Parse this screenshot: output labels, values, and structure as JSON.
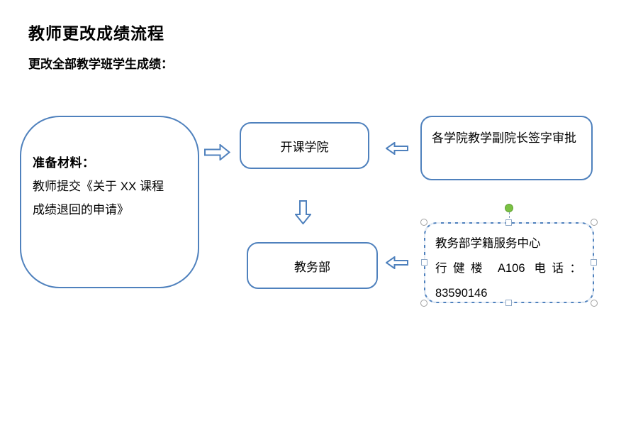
{
  "colors": {
    "accent": "#4f81bd",
    "rotation_handle": "#7ac143",
    "background": "#ffffff",
    "text": "#000000"
  },
  "header": {
    "title": "教师更改成绩流程",
    "subtitle": "更改全部教学班学生成绩："
  },
  "flow": {
    "materials": {
      "heading": "准备材料：",
      "lines": [
        "教师提交《关于 XX 课程",
        "成绩退回的申请》"
      ]
    },
    "course_college": {
      "label": "开课学院"
    },
    "vice_dean": {
      "label": "各学院教学副院长签字审批"
    },
    "academic_affairs": {
      "label": "教务部"
    },
    "service_center": {
      "selected": true,
      "lines": [
        "教务部学籍服务中心",
        "行健楼 A106 电话：",
        "83590146"
      ]
    },
    "arrows": [
      {
        "id": "materials-to-course-college",
        "direction": "right"
      },
      {
        "id": "vice-dean-to-course-college",
        "direction": "left"
      },
      {
        "id": "course-college-to-academic-affairs",
        "direction": "down"
      },
      {
        "id": "service-center-to-academic-affairs",
        "direction": "left"
      }
    ]
  }
}
